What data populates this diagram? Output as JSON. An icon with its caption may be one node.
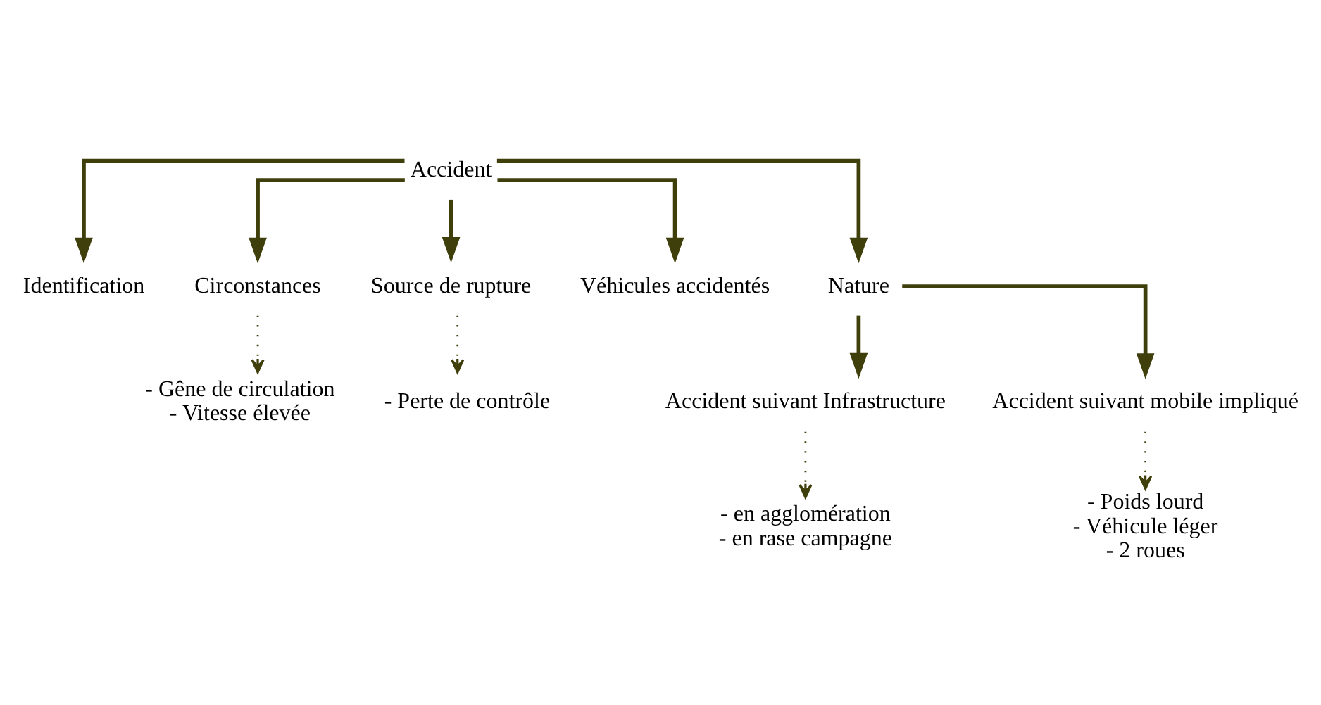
{
  "diagram": {
    "nodes": [
      {
        "text": [
          "Accident"
        ]
      },
      {
        "text": [
          "Identification"
        ]
      },
      {
        "text": [
          "Circonstances"
        ]
      },
      {
        "text": [
          "Source de rupture"
        ]
      },
      {
        "text": [
          "Véhicules accidentés"
        ]
      },
      {
        "text": [
          "Nature"
        ]
      },
      {
        "text": [
          "Accident suivant Infrastructure"
        ]
      },
      {
        "text": [
          "Accident suivant mobile impliqué"
        ]
      },
      {
        "text": [
          "- Gêne de circulation",
          "- Vitesse élevée"
        ]
      },
      {
        "text": [
          "- Perte de contrôle"
        ]
      },
      {
        "text": [
          "- en agglomération",
          "- en rase campagne"
        ]
      },
      {
        "text": [
          "- Poids lourd",
          "- Véhicule léger",
          "- 2 roues"
        ]
      }
    ],
    "edges": [
      {
        "from": 0,
        "to": 1,
        "arrow": "to"
      },
      {
        "from": 0,
        "to": 2,
        "arrow": "to"
      },
      {
        "from": 0,
        "to": 3,
        "arrow": "to"
      },
      {
        "from": 0,
        "to": 4,
        "arrow": "to"
      },
      {
        "from": 0,
        "to": 5,
        "arrow": "to"
      },
      {
        "from": 5,
        "to": 6,
        "arrow": "to"
      },
      {
        "from": 5,
        "to": 7,
        "arrow": "to"
      },
      {
        "from": 2,
        "to": 8,
        "arrow": "to",
        "style": "dashed"
      },
      {
        "from": 3,
        "to": 9,
        "arrow": "to",
        "style": "dashed"
      },
      {
        "from": 6,
        "to": 10,
        "arrow": "to",
        "style": "dashed"
      },
      {
        "from": 7,
        "to": 11,
        "arrow": "to",
        "style": "dashed"
      }
    ]
  }
}
